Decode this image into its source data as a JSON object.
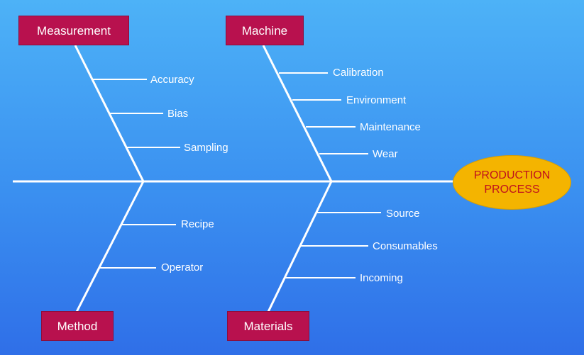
{
  "effect": {
    "line1": "PRODUCTION",
    "line2": "PROCESS"
  },
  "categories": {
    "measurement": "Measurement",
    "machine": "Machine",
    "method": "Method",
    "materials": "Materials"
  },
  "causes": {
    "measurement": [
      "Accuracy",
      "Bias",
      "Sampling"
    ],
    "machine": [
      "Calibration",
      "Environment",
      "Maintenance",
      "Wear"
    ],
    "method": [
      "Recipe",
      "Operator"
    ],
    "materials": [
      "Source",
      "Consumables",
      "Incoming"
    ]
  },
  "colors": {
    "category_fill": "#b8114e",
    "effect_fill": "#f4b400",
    "effect_text": "#c0111d",
    "lines": "#ffffff"
  }
}
